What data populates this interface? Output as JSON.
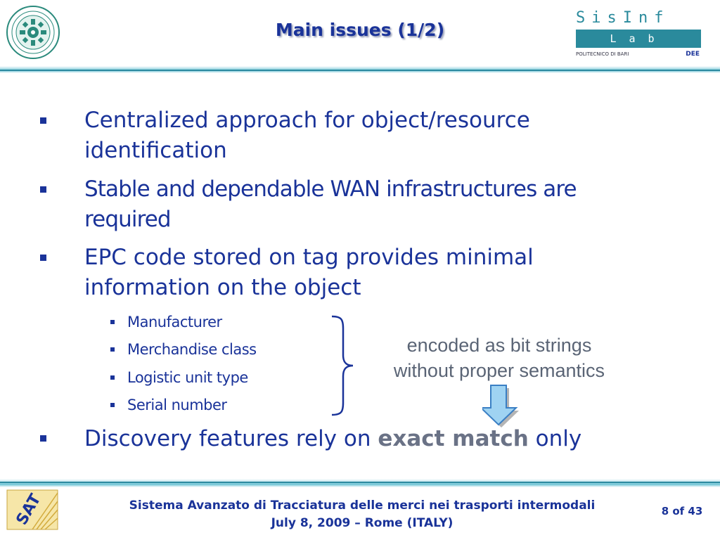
{
  "header": {
    "title": "Main issues (1/2)",
    "logo_right": {
      "top": "SisInf",
      "bar": "Lab",
      "sub": "POLITECNICO DI BARI",
      "sub_right": "DEE"
    }
  },
  "bullets": [
    {
      "lines": [
        "Centralized approach for object/resource",
        "identification"
      ]
    },
    {
      "lines": [
        "Stable and dependable WAN infrastructures are",
        "required"
      ]
    },
    {
      "lines": [
        "EPC code stored on tag provides minimal",
        "information on the object"
      ]
    }
  ],
  "sub_bullets": [
    "Manufacturer",
    "Merchandise class",
    "Logistic unit type",
    "Serial number"
  ],
  "annotation": {
    "line1": "encoded as bit strings",
    "line2": "without proper semantics"
  },
  "last_bullet": {
    "prefix": "Discovery features rely on ",
    "emphasis": "exact match",
    "suffix": " only"
  },
  "footer": {
    "line1": "Sistema Avanzato di Tracciatura delle merci nei trasporti intermodali",
    "line2": "July 8, 2009 – Rome (ITALY)",
    "page": "8 of 43",
    "logo_left_text": "SAT"
  },
  "colors": {
    "title": "#1a3399",
    "text": "#1a3399",
    "annotation": "#5a6475",
    "band": "#2c8aa0",
    "arrow": "#9fd3f2"
  },
  "icons": {
    "logo_left": "university-seal-icon",
    "footer_logo": "sat-logo-icon",
    "arrow": "down-arrow-icon",
    "brace": "right-brace-icon"
  }
}
